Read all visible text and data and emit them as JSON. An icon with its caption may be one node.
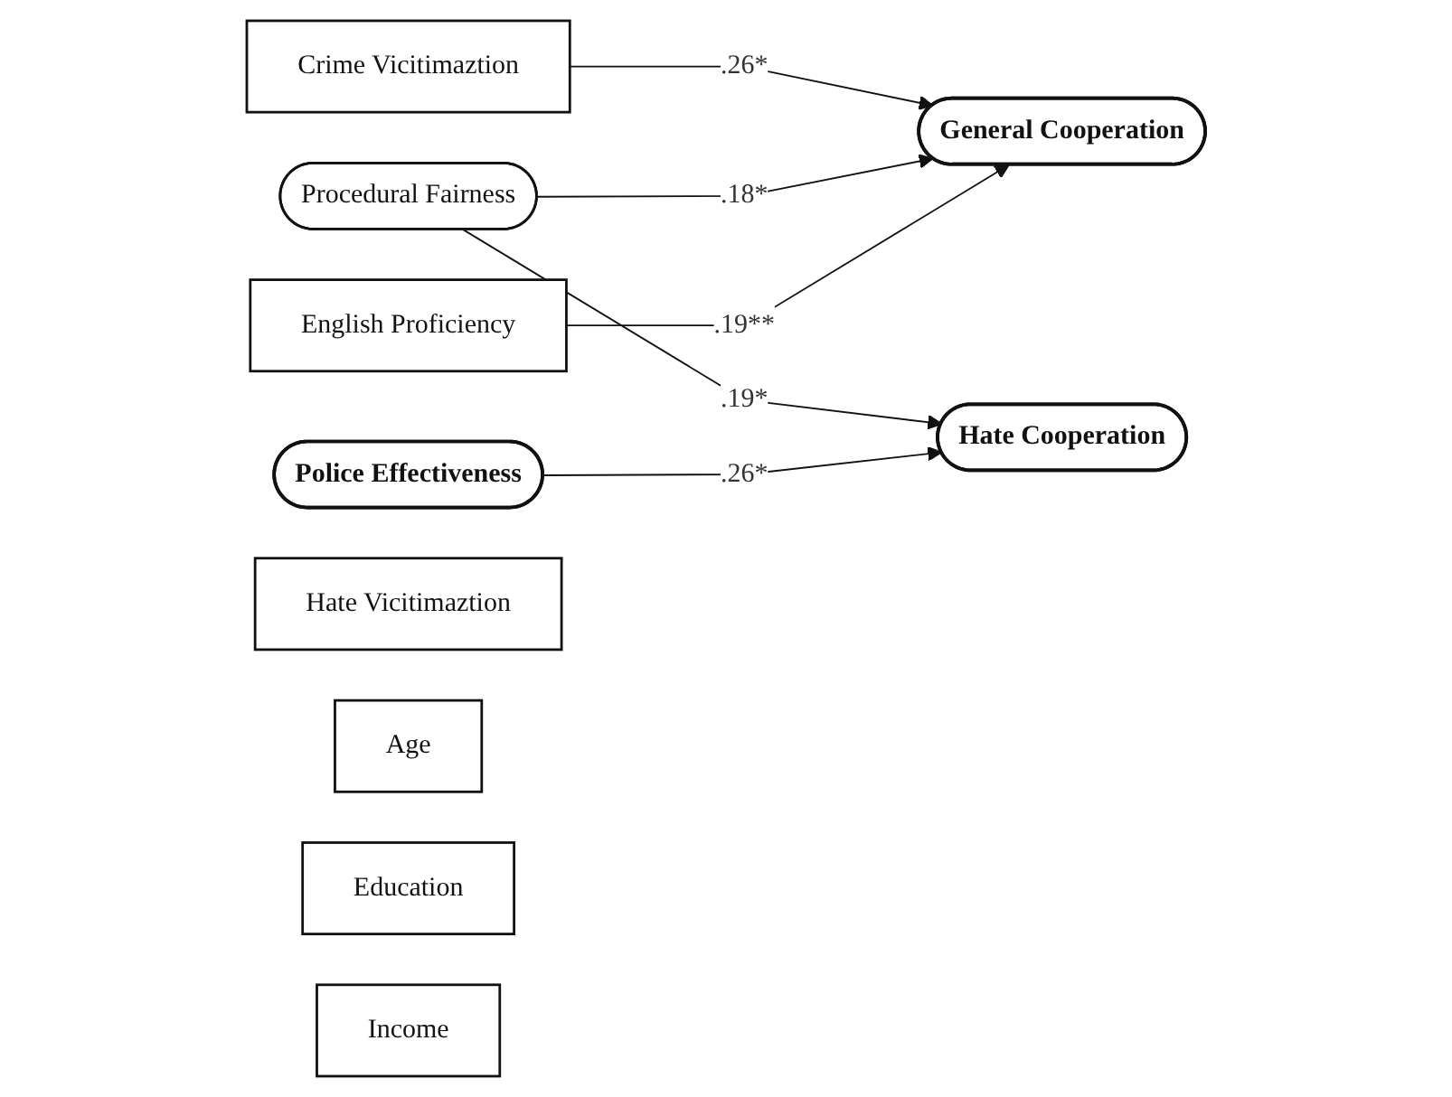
{
  "diagram": {
    "nodes": [
      {
        "text": [
          "Procedural Fairness"
        ]
      },
      {
        "text": [
          "Crime Vicitimaztion"
        ]
      },
      {
        "text": [
          "Hate Vicitimaztion"
        ]
      },
      {
        "text": [
          "Age"
        ]
      },
      {
        "text": [
          "Education"
        ]
      },
      {
        "text": [
          "Income"
        ]
      },
      {
        "text": [
          "English Proficiency"
        ]
      },
      {
        "text": [
          "General Cooperation"
        ]
      },
      {
        "text": [
          "Hate Cooperation"
        ]
      },
      {
        "text": [
          "Police Effectiveness"
        ]
      }
    ],
    "edges": [
      {
        "from": 1,
        "to": 7,
        "arrow": "to",
        "label": ".26*"
      },
      {
        "from": 0,
        "to": 7,
        "arrow": "to",
        "label": ".18*"
      },
      {
        "from": 0,
        "to": 8,
        "arrow": "to",
        "label": ".19*"
      },
      {
        "from": 6,
        "to": 7,
        "arrow": "to",
        "label": ".19**"
      },
      {
        "from": 9,
        "to": 8,
        "arrow": "to",
        "label": ".26*"
      }
    ]
  }
}
